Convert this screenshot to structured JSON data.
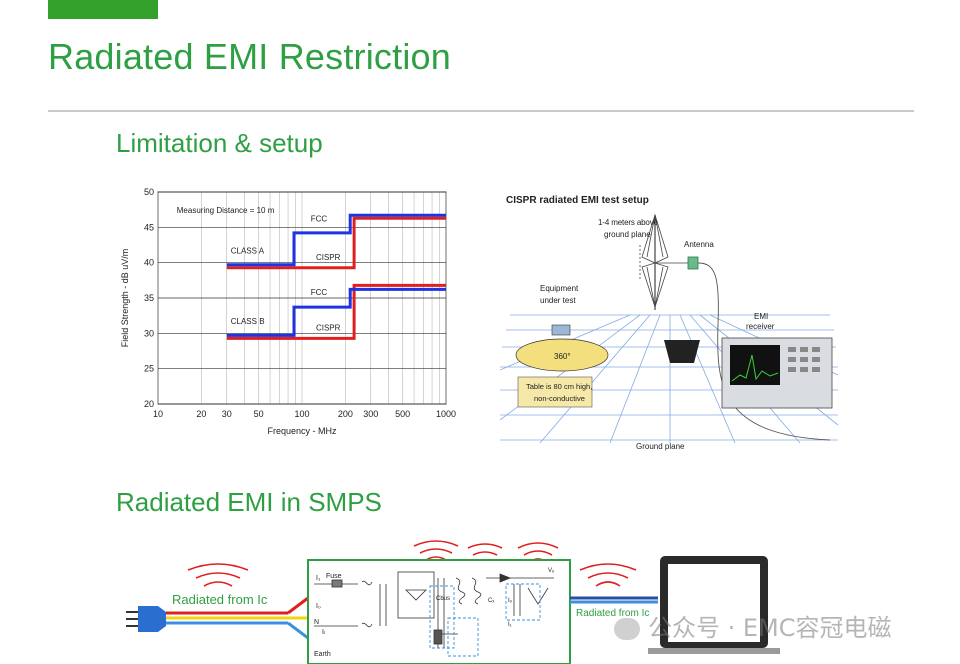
{
  "slide": {
    "title": "Radiated EMI Restriction",
    "section1": "Limitation & setup",
    "section2": "Radiated EMI in SMPS"
  },
  "chart_data": {
    "type": "line",
    "title": "",
    "xlabel": "Frequency - MHz",
    "ylabel": "Field Strength - dB uV/m",
    "x_scale": "log",
    "xlim": [
      10,
      1000
    ],
    "ylim": [
      20,
      50
    ],
    "x_ticks": [
      "10",
      "20",
      "30",
      "50",
      "100",
      "200",
      "300",
      "500",
      "1000"
    ],
    "y_ticks": [
      "20",
      "25",
      "30",
      "35",
      "40",
      "45",
      "50"
    ],
    "annotation": "Measuring Distance = 10 m",
    "labels": [
      "CLASS A",
      "CLASS B",
      "FCC",
      "CISPR",
      "FCC",
      "CISPR"
    ],
    "grid": true,
    "series": [
      {
        "name": "FCC",
        "color": "#1f33e0",
        "x": [
          30,
          88,
          88,
          216,
          216,
          1000
        ],
        "y": [
          39.5,
          39.5,
          44,
          44,
          46.5,
          46.5
        ]
      },
      {
        "name": "CISPR",
        "color": "#e02020",
        "x": [
          30,
          230,
          230,
          1000
        ],
        "y": [
          39.5,
          39.5,
          46.5,
          46.5
        ]
      },
      {
        "name": "FCC",
        "color": "#1f33e0",
        "x": [
          30,
          88,
          88,
          216,
          216,
          1000
        ],
        "y": [
          29.5,
          29.5,
          33.5,
          33.5,
          36,
          36
        ]
      },
      {
        "name": "CISPR",
        "color": "#e02020",
        "x": [
          30,
          230,
          230,
          1000
        ],
        "y": [
          29.5,
          29.5,
          37,
          37
        ]
      }
    ]
  },
  "setup": {
    "title": "CISPR radiated EMI test setup",
    "antenna_height": "1-4 meters above ground plane",
    "antenna_label": "Antenna",
    "equipment_label": "Equipment under test",
    "rotation_label": "360°",
    "table_label": "Table is 80 cm high, non-conductive",
    "receiver_label": "EMI receiver",
    "ground_label": "Ground plane"
  },
  "smps": {
    "radiated_label_left": "Radiated from Ic",
    "radiated_label_right": "Radiated from Ic",
    "fuse_label": "Fuse",
    "node_labels": [
      "I₁",
      "I₀",
      "N",
      "Iₗ",
      "Earth",
      "Cbus",
      "Cₓ",
      "Vₒ",
      "Iₒ",
      "I₁"
    ]
  },
  "watermark": "公众号 · EMC容冠电磁",
  "colors": {
    "accent": "#2ea043",
    "fcc": "#1f33e0",
    "cispr": "#e02020"
  }
}
